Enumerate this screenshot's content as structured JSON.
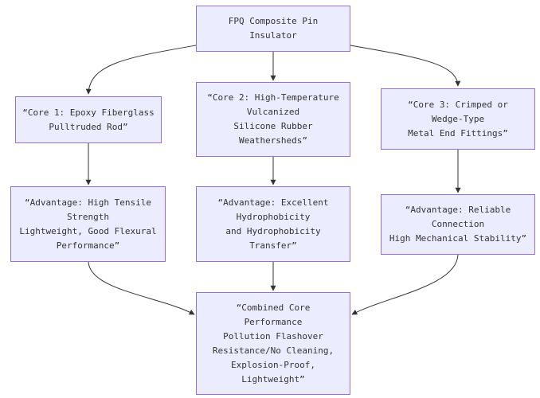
{
  "diagram": {
    "root": {
      "lines": [
        "FPQ Composite Pin",
        "Insulator"
      ]
    },
    "core1": {
      "lines": [
        "“Core 1: Epoxy Fiberglass",
        "Pulltruded Rod”"
      ]
    },
    "core2": {
      "lines": [
        "“Core 2: High-Temperature",
        "Vulcanized",
        "Silicone Rubber",
        "Weathersheds”"
      ]
    },
    "core3": {
      "lines": [
        "“Core 3: Crimped or",
        "Wedge-Type",
        "Metal End Fittings”"
      ]
    },
    "adv1": {
      "lines": [
        "“Advantage: High Tensile",
        "Strength",
        "Lightweight, Good Flexural",
        "Performance”"
      ]
    },
    "adv2": {
      "lines": [
        "“Advantage: Excellent",
        "Hydrophobicity",
        "and Hydrophobicity",
        "Transfer”"
      ]
    },
    "adv3": {
      "lines": [
        "“Advantage: Reliable",
        "Connection",
        "High Mechanical Stability”"
      ]
    },
    "combined": {
      "lines": [
        "“Combined Core",
        "Performance",
        "Pollution Flashover",
        "Resistance/No Cleaning,",
        "Explosion-Proof,",
        "Lightweight”"
      ]
    },
    "colors": {
      "node_fill": "#ececff",
      "node_border": "#9370db",
      "edge": "#333333",
      "text": "#333333"
    }
  }
}
